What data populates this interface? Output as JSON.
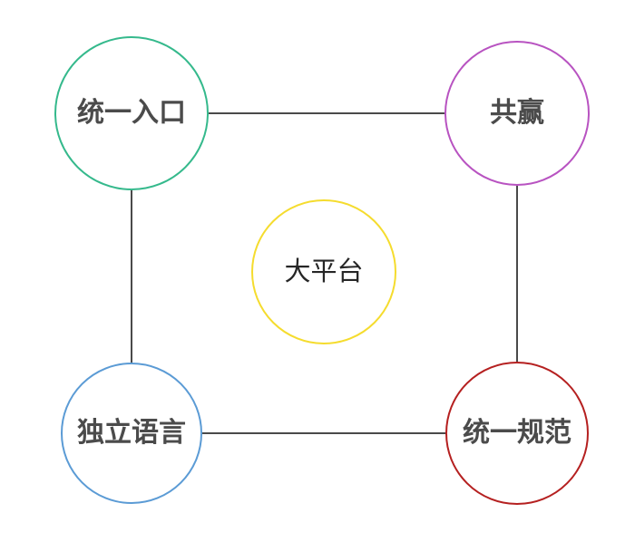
{
  "diagram": {
    "title": "大平台",
    "background_color": "#ffffff",
    "edge_color": "#4a4a4a",
    "label_color": "#4b4b4b",
    "center": {
      "id": "big-platform",
      "label": "大平台",
      "color": "#f5dc2e",
      "text_color": "#262626"
    },
    "nodes": [
      {
        "id": "unified-entry",
        "label": "统一入口",
        "color": "#35b98c",
        "position": "top-left"
      },
      {
        "id": "win-win",
        "label": "共赢",
        "color": "#b853c1",
        "position": "top-right"
      },
      {
        "id": "independent-language",
        "label": "独立语言",
        "color": "#5b9bd5",
        "position": "bottom-left"
      },
      {
        "id": "unified-standard",
        "label": "统一规范",
        "color": "#b52020",
        "position": "bottom-right"
      }
    ],
    "connections": [
      {
        "id": "edge-top",
        "from": "unified-entry",
        "to": "win-win",
        "orientation": "horizontal"
      },
      {
        "id": "edge-bottom",
        "from": "independent-language",
        "to": "unified-standard",
        "orientation": "horizontal"
      },
      {
        "id": "edge-left",
        "from": "unified-entry",
        "to": "independent-language",
        "orientation": "vertical"
      },
      {
        "id": "edge-right",
        "from": "win-win",
        "to": "unified-standard",
        "orientation": "vertical"
      }
    ]
  }
}
